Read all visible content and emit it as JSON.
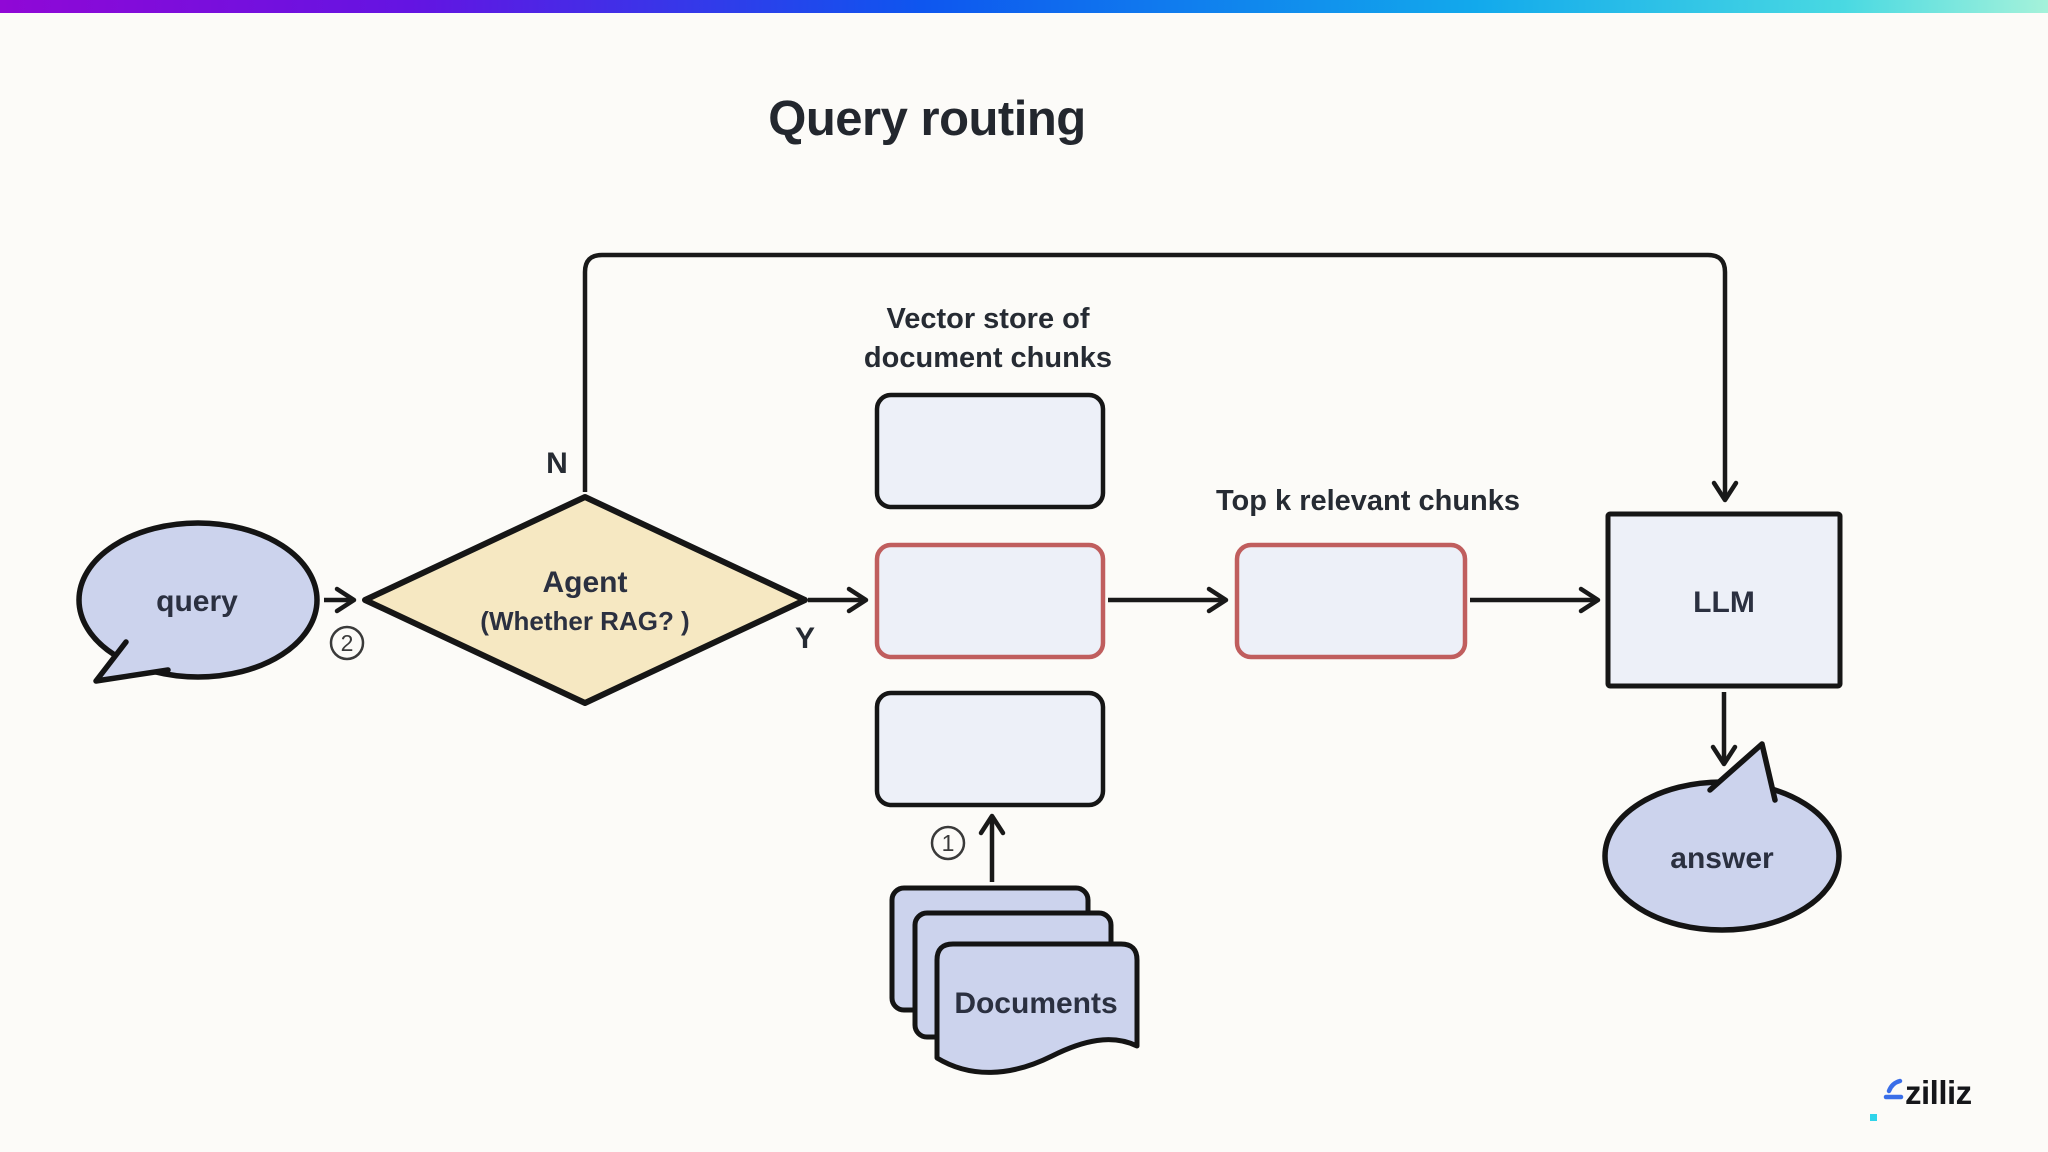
{
  "page": {
    "title": "Query routing"
  },
  "top_bar": {
    "gradient": [
      "#9008d6",
      "#6414e2",
      "#0e56ef",
      "#12a9ec",
      "#a5f2da"
    ]
  },
  "nodes": {
    "query": {
      "label": "query"
    },
    "agent": {
      "label": "Agent",
      "sublabel": "(Whether RAG?  )"
    },
    "vector_store": {
      "caption_line1": "Vector store of",
      "caption_line2": "document chunks"
    },
    "top_k": {
      "caption": "Top k relevant chunks"
    },
    "llm": {
      "label": "LLM"
    },
    "answer": {
      "label": "answer"
    },
    "documents": {
      "label": "Documents"
    }
  },
  "branch_labels": {
    "no": "N",
    "yes": "Y"
  },
  "step_badges": {
    "step_1": "1",
    "step_2": "2"
  },
  "logo": {
    "text": "zilliz"
  },
  "colors": {
    "background": "#fcfbf8",
    "bubble_fill": "#ccd3ed",
    "diamond_fill": "#f6e8c2",
    "box_fill": "#edf0f8",
    "red_border": "#c05e5e",
    "outline": "#161616",
    "dark_text": "#262b33",
    "logo_blue": "#3a6ee8",
    "logo_cyan": "#2fd4ea"
  }
}
